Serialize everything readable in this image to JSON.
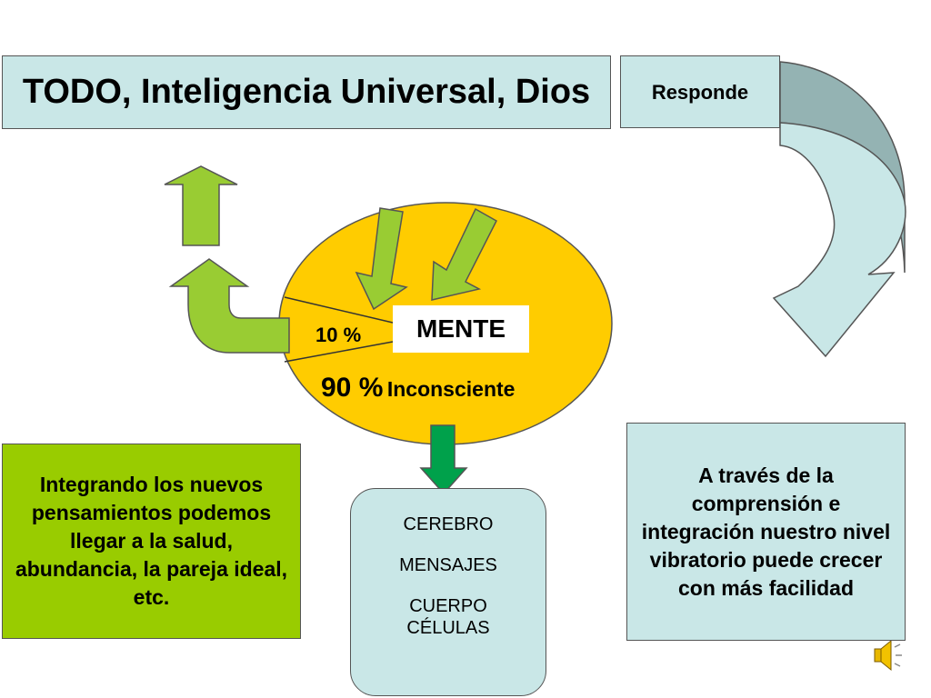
{
  "title": "TODO, Inteligencia Universal, Dios",
  "responde": "Responde",
  "mind": {
    "label": "MENTE",
    "conscious_pct": "10 %",
    "unconscious_pct": "90 %",
    "unconscious_label": "Inconsciente"
  },
  "left_box": {
    "text": "Integrando los nuevos pensamientos podemos llegar a la salud,  abundancia, la pareja ideal, etc."
  },
  "right_box": {
    "text": "A través de la comprensión e integración nuestro nivel vibratorio puede crecer con más facilidad"
  },
  "center_box": {
    "line1": "CEREBRO",
    "line2": "MENSAJES",
    "line3": "CUERPO",
    "line4": "CÉLULAS"
  },
  "colors": {
    "light_teal": "#c9e7e7",
    "lime_green": "#99cc00",
    "yellow": "#ffcc00",
    "arrow_green": "#99cc33",
    "dark_green": "#00a14b",
    "curved_arrow_dark": "#94b3b3"
  },
  "icons": [
    "speaker-icon"
  ]
}
